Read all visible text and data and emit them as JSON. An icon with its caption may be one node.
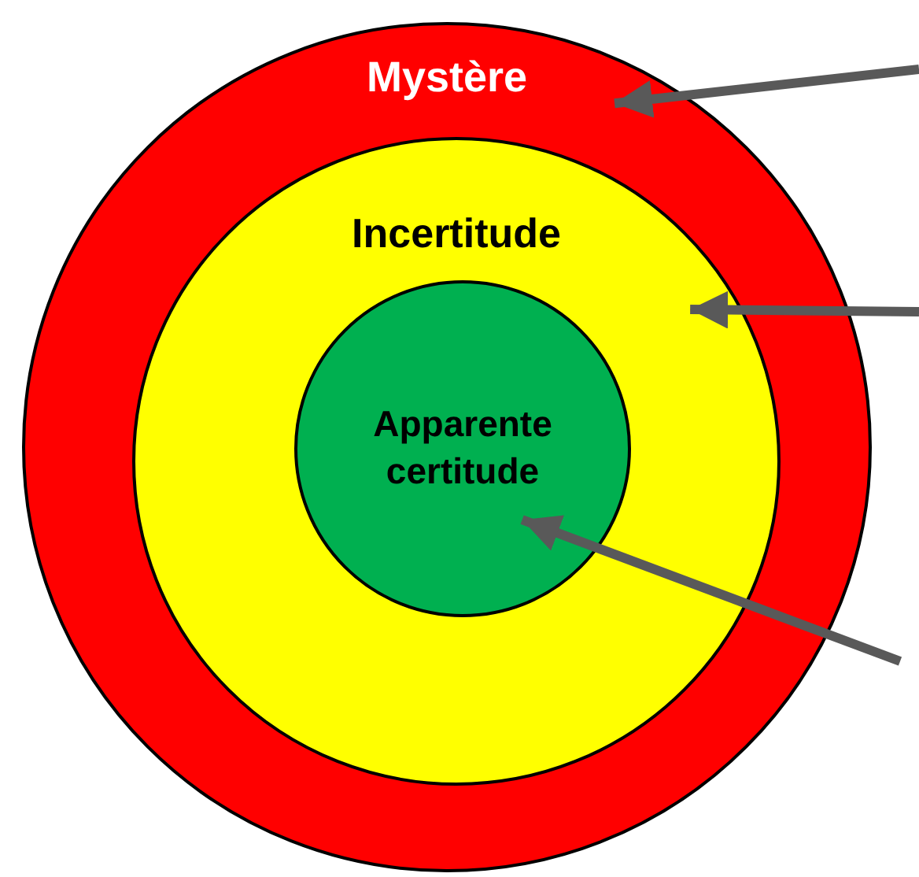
{
  "diagram": {
    "nodes": [
      {
        "text": [
          "Mystère"
        ]
      },
      {
        "text": [
          "Incertitude"
        ],
        "in": 0
      },
      {
        "text": [
          "Apparente certitude"
        ],
        "in": 1
      }
    ],
    "edges": [
      {
        "from": null,
        "to": 0,
        "arrow": "to"
      },
      {
        "from": null,
        "to": 1,
        "arrow": "to"
      },
      {
        "from": null,
        "to": 2,
        "arrow": "to"
      }
    ]
  }
}
